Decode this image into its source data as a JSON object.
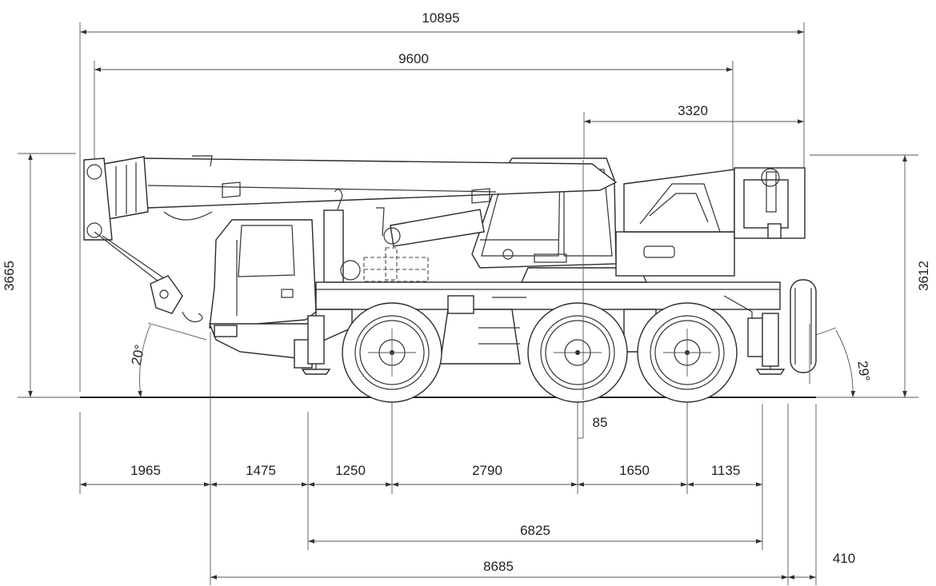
{
  "colors": {
    "line": "#333333",
    "text": "#222222",
    "background": "#ffffff"
  },
  "dimensions": {
    "overall_length": "10895",
    "boom_overhang": "9600",
    "slew_to_rear": "3320",
    "height_front": "3665",
    "height_rear": "3612",
    "approach_angle": "20°",
    "departure_angle": "29°",
    "axle_offset": "85",
    "seg_front_overhang": "1965",
    "seg_cab": "1475",
    "seg_outrigger_front": "1250",
    "seg_axle_1_2": "2790",
    "seg_axle_2_3": "1650",
    "seg_rear": "1135",
    "outrigger_span": "6825",
    "chassis_length": "8685",
    "rear_tail": "410"
  }
}
